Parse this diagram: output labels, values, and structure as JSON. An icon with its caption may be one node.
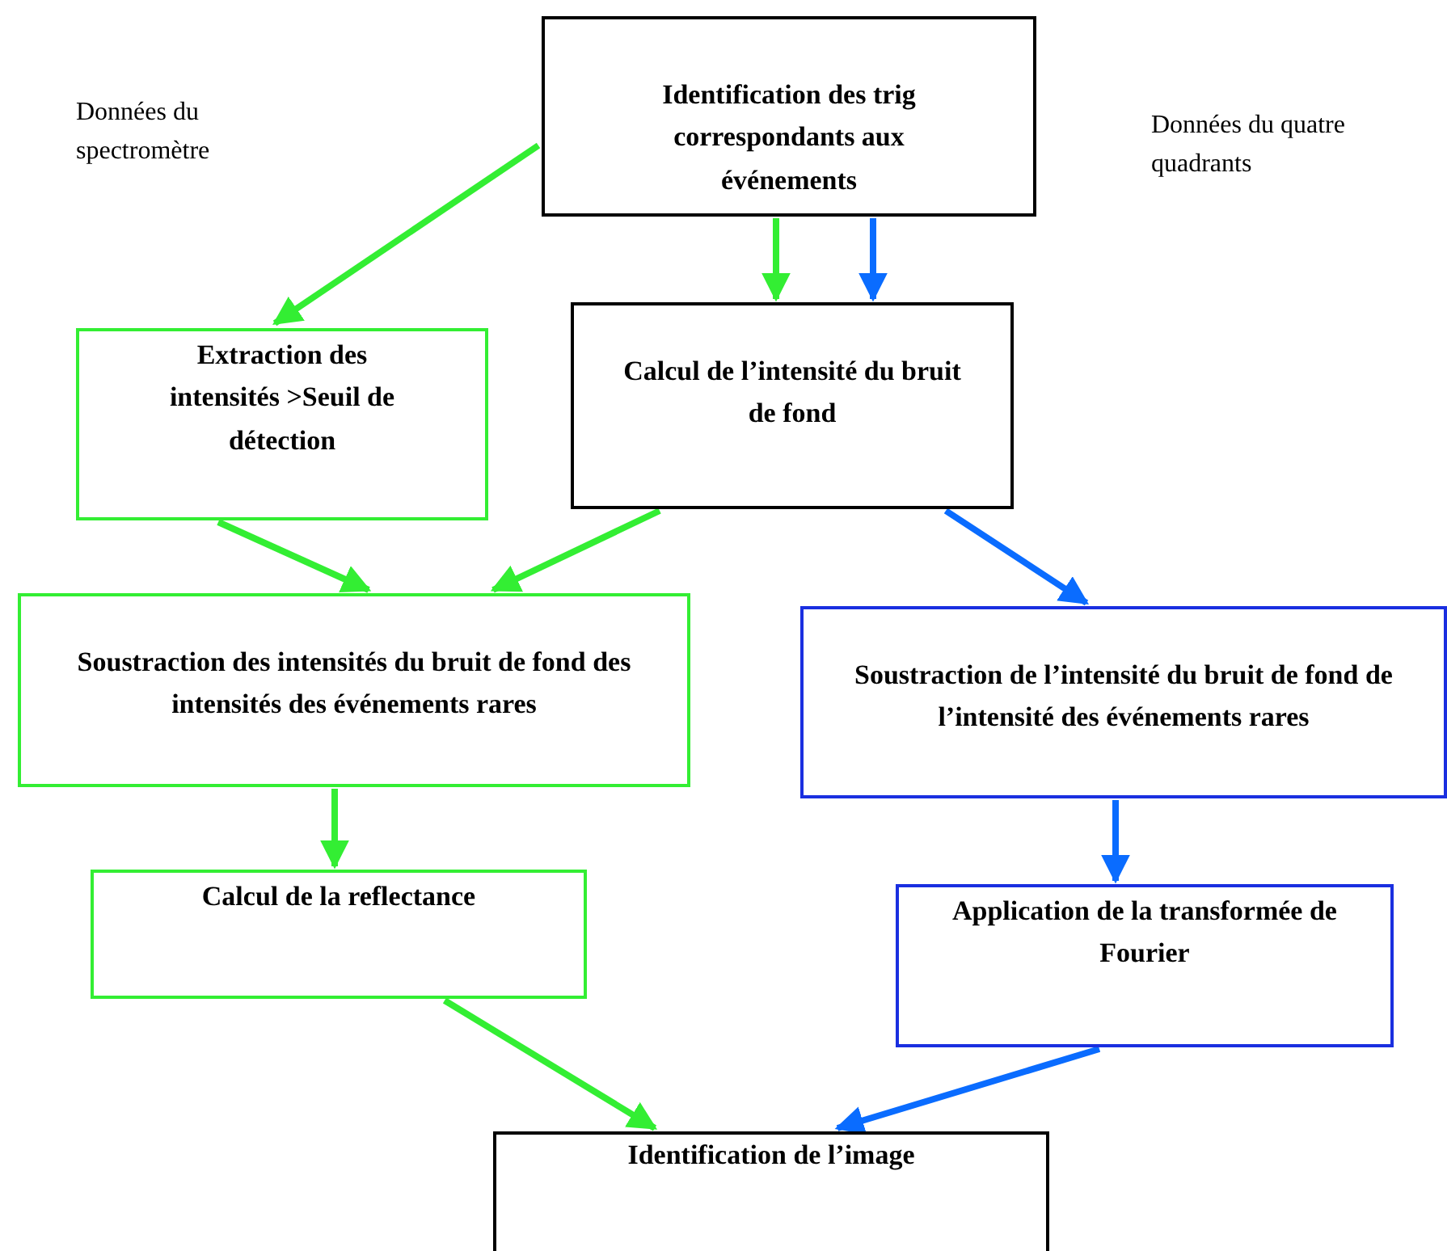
{
  "diagram": {
    "nodes": [
      {
        "text": [
          "Identification des trig correspondants aux événements"
        ]
      },
      {
        "text": [
          "Extraction des intensités >Seuil de détection"
        ]
      },
      {
        "text": [
          "Calcul de l’intensité du bruit de fond"
        ]
      },
      {
        "text": [
          "Soustraction des intensités du bruit de fond des intensités des événements rares"
        ]
      },
      {
        "text": [
          "Soustraction de l’intensité du bruit de fond de l’intensité des événements rares"
        ]
      },
      {
        "text": [
          "Calcul de la reflectance"
        ]
      },
      {
        "text": [
          "Application de la transformée de Fourier"
        ]
      },
      {
        "text": [
          "Identification de l’image"
        ]
      }
    ],
    "edges": [
      {
        "from": 0,
        "to": 1,
        "arrow": "to"
      },
      {
        "from": 0,
        "to": 2,
        "arrow": "to"
      },
      {
        "from": 0,
        "to": 2,
        "arrow": "to",
        "color": "#0a6cff"
      },
      {
        "from": 1,
        "to": 3,
        "arrow": "to"
      },
      {
        "from": 2,
        "to": 3,
        "arrow": "to"
      },
      {
        "from": 2,
        "to": 4,
        "arrow": "to",
        "color": "#0a6cff"
      },
      {
        "from": 3,
        "to": 5,
        "arrow": "to"
      },
      {
        "from": 4,
        "to": 6,
        "arrow": "to",
        "color": "#0a6cff"
      },
      {
        "from": 5,
        "to": 7,
        "arrow": "to"
      },
      {
        "from": 6,
        "to": 7,
        "arrow": "to",
        "color": "#0a6cff"
      }
    ],
    "labels": [
      "Données du spectromètre",
      "Données du quatre quadrants"
    ]
  }
}
